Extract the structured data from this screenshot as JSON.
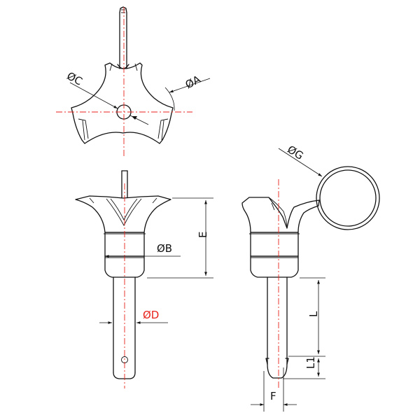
{
  "labels": {
    "dia_c": "ØC",
    "dia_a": "ØA",
    "dia_g": "ØG",
    "dia_b": "ØB",
    "dia_d": "ØD",
    "dim_e": "E",
    "dim_l": "L",
    "dim_l1": "L1",
    "dim_f": "F"
  },
  "colors": {
    "line": "#111111",
    "centerline": "#e8231c",
    "highlight_label": "#e8231c",
    "background": "#ffffff"
  }
}
